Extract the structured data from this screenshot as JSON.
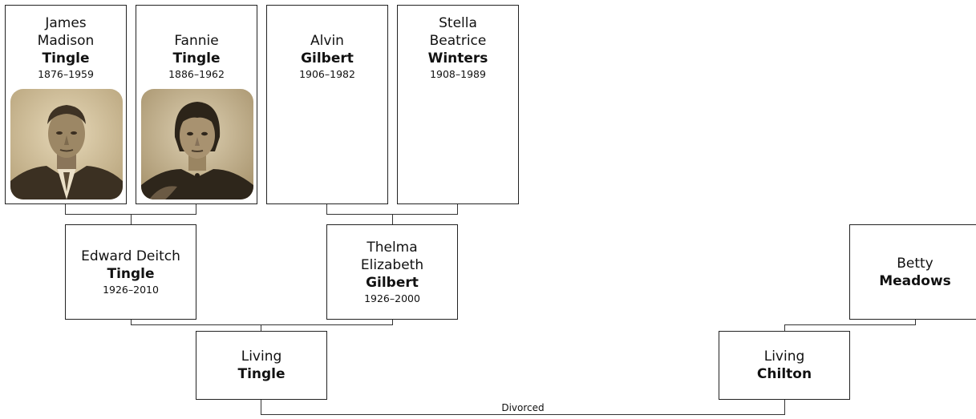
{
  "people": {
    "james": {
      "given": "James\nMadison",
      "surname": "Tingle",
      "dates": "1876–1959"
    },
    "fannie": {
      "given": "Fannie",
      "surname": "Tingle",
      "dates": "1886–1962"
    },
    "alvin": {
      "given": "Alvin",
      "surname": "Gilbert",
      "dates": "1906–1982"
    },
    "stella": {
      "given": "Stella\nBeatrice",
      "surname": "Winters",
      "dates": "1908–1989"
    },
    "edward": {
      "given": "Edward Deitch",
      "surname": "Tingle",
      "dates": "1926–2010"
    },
    "thelma": {
      "given": "Thelma\nElizabeth",
      "surname": "Gilbert",
      "dates": "1926–2000"
    },
    "betty": {
      "given": "Betty",
      "surname": "Meadows"
    },
    "living_tingle": {
      "given": "Living",
      "surname": "Tingle"
    },
    "living_chilton": {
      "given": "Living",
      "surname": "Chilton"
    }
  },
  "relationships": {
    "divorced_label": "Divorced"
  }
}
